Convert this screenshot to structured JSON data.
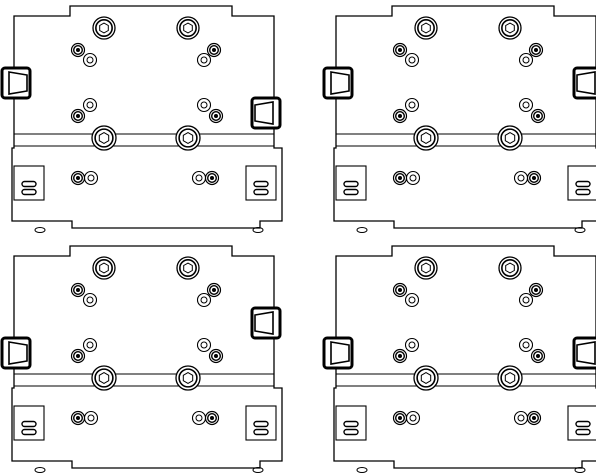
{
  "figure": {
    "panels": [
      {
        "clamps": [
          {
            "side": "left",
            "level": "upper"
          },
          {
            "side": "right",
            "level": "middle"
          }
        ]
      },
      {
        "clamps": [
          {
            "side": "left",
            "level": "upper"
          },
          {
            "side": "right",
            "level": "upper"
          }
        ]
      },
      {
        "clamps": [
          {
            "side": "left",
            "level": "middle"
          },
          {
            "side": "right",
            "level": "upper"
          }
        ]
      },
      {
        "clamps": [
          {
            "side": "left",
            "level": "middle"
          },
          {
            "side": "right",
            "level": "middle"
          }
        ]
      }
    ],
    "colors": {
      "stroke": "#000000",
      "background": "#ffffff"
    }
  }
}
